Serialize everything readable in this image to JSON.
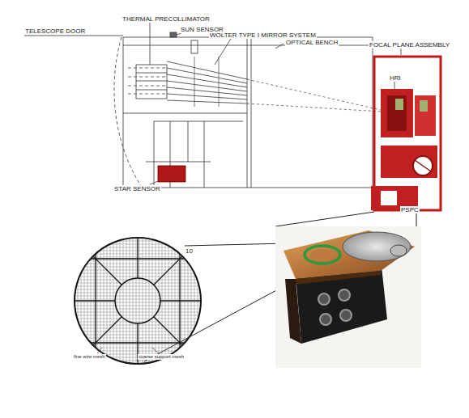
{
  "diagram": {
    "labels": [
      "TELESCOPE DOOR",
      "THERMAL PRECOLLIMATOR",
      "SUN SENSOR",
      "WOLTER TYPE I MIRROR SYSTEM",
      "OPTICAL BENCH",
      "FOCAL PLANE ASSEMBLY",
      "HRI",
      "STAR SENSOR",
      "PSPC",
      "10",
      "fine wire mesh",
      "coarse support mesh"
    ]
  }
}
